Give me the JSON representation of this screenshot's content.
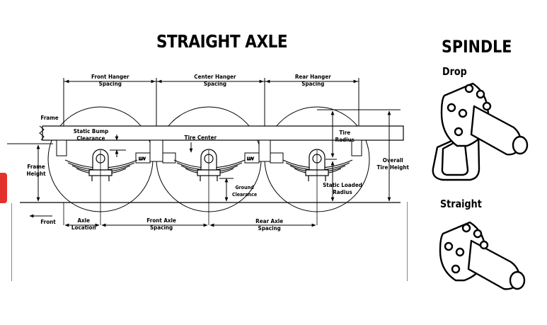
{
  "titles": {
    "main": "STRAIGHT AXLE",
    "spindle": "SPINDLE",
    "drop": "Drop",
    "straight": "Straight"
  },
  "labels": {
    "front_hanger": [
      "Front Hanger",
      "Spacing"
    ],
    "center_hanger": [
      "Center Hanger",
      "Spacing"
    ],
    "rear_hanger": [
      "Rear Hanger",
      "Spacing"
    ],
    "frame": "Frame",
    "static_bump": [
      "Static Bump",
      "Clearance"
    ],
    "tire_center": "Tire Center",
    "tire_radius": [
      "Tire",
      "Radius"
    ],
    "overall_tire_height": [
      "Overall",
      "Tire Height"
    ],
    "frame_height": [
      "Frame",
      "Height"
    ],
    "ground_clearance": [
      "Ground",
      "Clearance"
    ],
    "static_loaded_radius": [
      "Static Loaded",
      "Radius"
    ],
    "front": "Front",
    "axle_location": [
      "Axle",
      "Location"
    ],
    "front_axle_spacing": [
      "Front Axle",
      "Spacing"
    ],
    "rear_axle_spacing": [
      "Rear Axle",
      "Spacing"
    ]
  },
  "colors": {
    "accent": "#e3312b",
    "ink": "#000000"
  },
  "icons": [
    "drop-spindle-icon",
    "straight-spindle-icon",
    "leaf-spring-icon",
    "tire-icon"
  ]
}
